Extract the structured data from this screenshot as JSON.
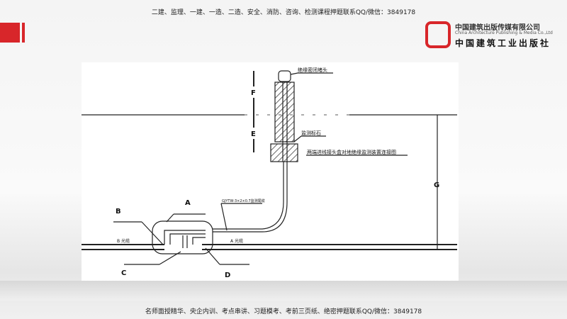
{
  "header": {
    "text": "二建、监理、一建、一造、二造、安全、消防、咨询、检测课程押题联系QQ/微信：3849178"
  },
  "footer": {
    "text": "名师面授精华、央企内训、考点串讲、习题模考、考前三页纸、绝密押题联系QQ/微信：3849178"
  },
  "logo": {
    "cn": "中国建筑出版传媒有限公司",
    "en": "China Architecture Publishing & Media Co.,Ltd",
    "cn2": "中国建筑工业出版社"
  },
  "diagram": {
    "labels": {
      "A": "A",
      "B": "B",
      "C": "C",
      "D": "D",
      "E": "E",
      "F": "F",
      "G": "G"
    },
    "seal_cap": "绝缘密闭堵头",
    "marker_stone": "监测标石",
    "title": "两端进线接头盒对地绝缘监测装置连接图",
    "tail_cable": "GJYTW-3×2×0.7监测尾缆",
    "cable_b": "B 光缆",
    "cable_a": "A 光缆"
  },
  "colors": {
    "brand_red": "#d8262a"
  }
}
